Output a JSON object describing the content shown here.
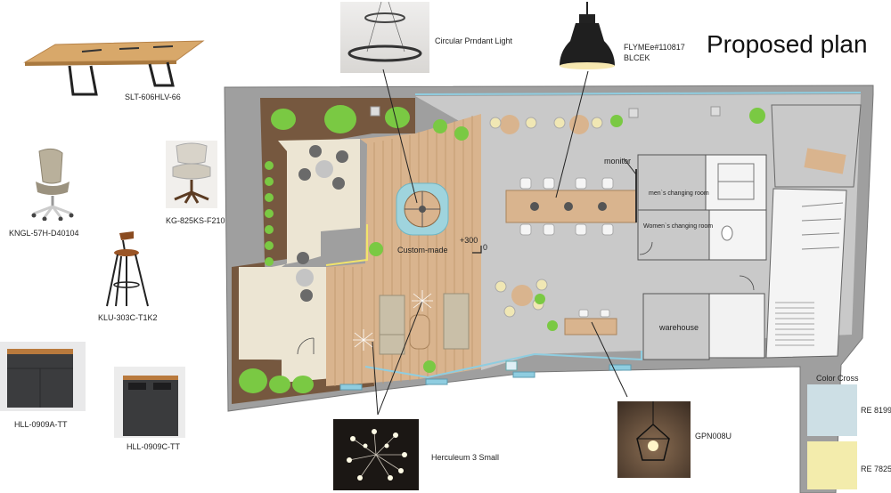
{
  "title": "Proposed plan",
  "furniture": {
    "table": "SLT-606HLV-66",
    "task_chair": "KNGL-57H-D40104",
    "arm_chair": "KG-825KS-F210",
    "stool": "KLU-303C-T1K2",
    "cabinet_a": "HLL-0909A-TT",
    "cabinet_c": "HLL-0909C-TT"
  },
  "lights": {
    "circular": "Circular Prndant Light",
    "flyme_line1": "FLYMEe#110817",
    "flyme_line2": "BLCEK",
    "herculeum": "Herculeum 3 Small",
    "gpn": "GPN008U"
  },
  "rooms": {
    "monitor": "monitor",
    "mens": "men`s changing room",
    "womens": "Women`s changing room",
    "warehouse": "warehouse",
    "custom": "Custom-made",
    "level": "+300",
    "zero": "0"
  },
  "color_cross": {
    "title": "Color Cross",
    "swatches": [
      {
        "code": "RE 8199",
        "color": "#cddfe5"
      },
      {
        "code": "RE 7825",
        "color": "#f3ecac"
      }
    ]
  },
  "colors": {
    "floor_gray": "#c9c9c9",
    "wood": "#d9b48e",
    "planter": "#76583f",
    "terrace": "#ece5d3",
    "green": "#7ac943",
    "blue_line": "#8fcde0",
    "yellow_line": "#f1e46b"
  }
}
